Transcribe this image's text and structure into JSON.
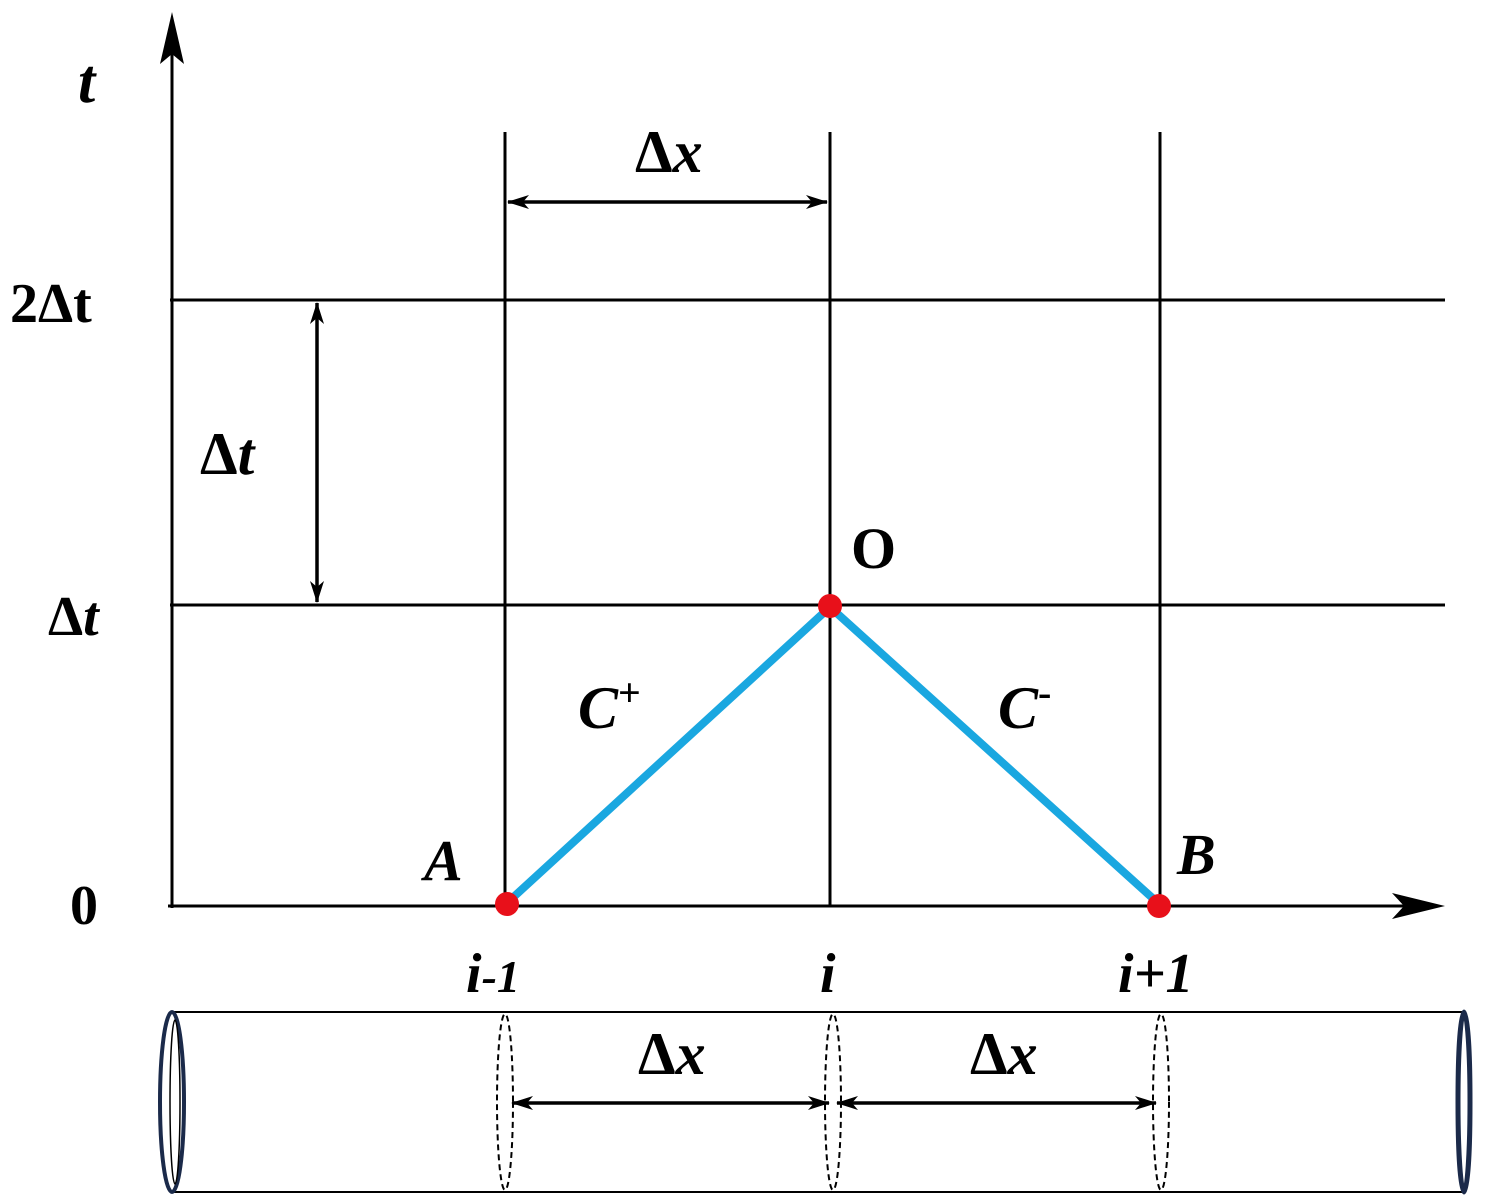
{
  "diagram": {
    "axes": {
      "t_axis_label": "t",
      "t_ticks": {
        "zero": "0",
        "dt": "Δt",
        "two_dt": "2Δt"
      },
      "x_ticks": [
        {
          "pre": "i",
          "suf": "-1"
        },
        {
          "pre": "i",
          "suf": ""
        },
        {
          "pre": "i",
          "suf": "+1"
        }
      ]
    },
    "dimensions": {
      "dx_top": {
        "pre": "Δ",
        "var": "x"
      },
      "dt_mid": {
        "pre": "Δ",
        "var": "t"
      },
      "dx_pipe_left": {
        "pre": "Δ",
        "var": "x"
      },
      "dx_pipe_right": {
        "pre": "Δ",
        "var": "x"
      }
    },
    "points": {
      "A": "A",
      "B": "B",
      "O": "O"
    },
    "characteristics": {
      "c_plus": {
        "base": "C",
        "sup": "+"
      },
      "c_minus": {
        "base": "C",
        "sup": "-"
      }
    },
    "colors": {
      "characteristic_line": "#1aa7e0",
      "node": "#e8101a",
      "pipe_outline": "#1b2a4a",
      "grid": "#000000"
    }
  }
}
